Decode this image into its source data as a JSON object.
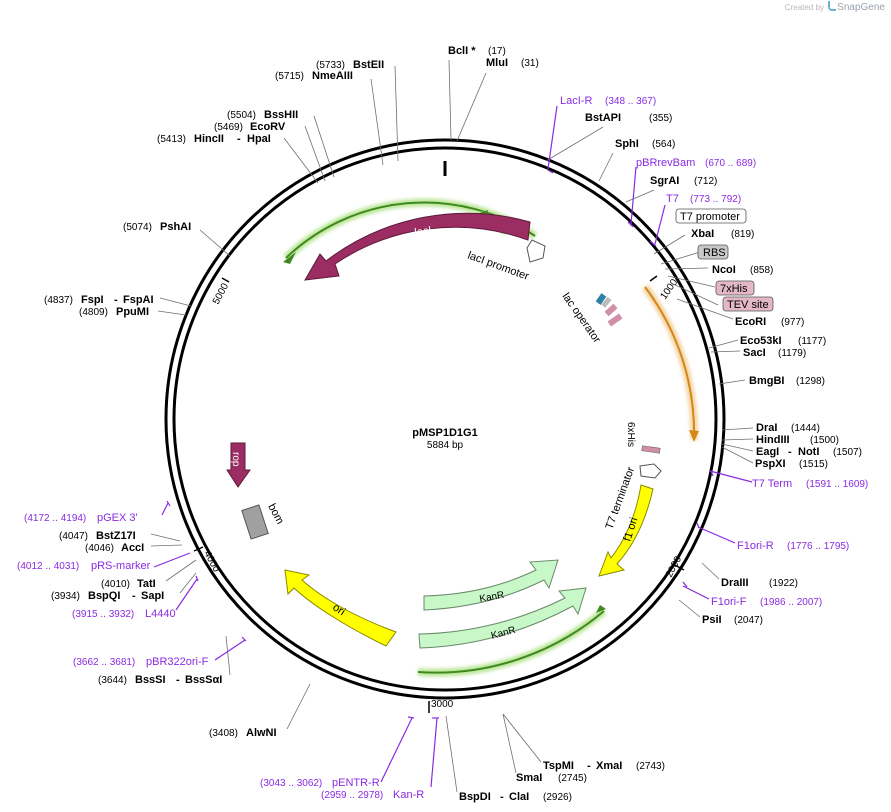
{
  "credit": {
    "prefix": "Created by",
    "brand": "SnapGene",
    "logo_icon": "snapgene-logo-icon"
  },
  "plasmid": {
    "name": "pMSP1D1G1",
    "size": "5884 bp"
  },
  "ticks": [
    "1000",
    "2000",
    "3000",
    "4000",
    "5000"
  ],
  "sites": [
    {
      "id": "bcli",
      "name": "BclI *",
      "pos": "(17)"
    },
    {
      "id": "mlui",
      "name": "MluI",
      "pos": "(31)"
    },
    {
      "id": "bstapi",
      "name": "BstAPI",
      "pos": "(355)"
    },
    {
      "id": "sphi",
      "name": "SphI",
      "pos": "(564)"
    },
    {
      "id": "sgrai",
      "name": "SgrAI",
      "pos": "(712)"
    },
    {
      "id": "xbai",
      "name": "XbaI",
      "pos": "(819)"
    },
    {
      "id": "ncoi",
      "name": "NcoI",
      "pos": "(858)"
    },
    {
      "id": "ecori",
      "name": "EcoRI",
      "pos": "(977)"
    },
    {
      "id": "eco53ki",
      "name": "Eco53kI",
      "pos": "(1177)"
    },
    {
      "id": "saci",
      "name": "SacI",
      "pos": "(1179)"
    },
    {
      "id": "bmgbi",
      "name": "BmgBI",
      "pos": "(1298)"
    },
    {
      "id": "drai",
      "name": "DraI",
      "pos": "(1444)"
    },
    {
      "id": "hindiii",
      "name": "HindIII",
      "pos": "(1500)"
    },
    {
      "id": "eagi",
      "name": "EagI",
      "sep": "-",
      "name2": "NotI",
      "pos": "(1507)"
    },
    {
      "id": "pspxi",
      "name": "PspXI",
      "pos": "(1515)"
    },
    {
      "id": "draiii",
      "name": "DraIII",
      "pos": "(1922)"
    },
    {
      "id": "psii",
      "name": "PsiI",
      "pos": "(2047)"
    },
    {
      "id": "tspmi",
      "name": "TspMI",
      "sep": "-",
      "name2": "XmaI",
      "pos": "(2743)"
    },
    {
      "id": "smai",
      "name": "SmaI",
      "pos": "(2745)"
    },
    {
      "id": "bspdi",
      "name": "BspDI",
      "sep": "-",
      "name2": "ClaI",
      "pos": "(2926)"
    },
    {
      "id": "alwni",
      "name": "AlwNI",
      "pos": "(3408)"
    },
    {
      "id": "bsssi",
      "name": "BssSI",
      "sep": "-",
      "name2": "BssSαI",
      "pos": "(3644)"
    },
    {
      "id": "bspqi",
      "name": "BspQI",
      "sep": "-",
      "name2": "SapI",
      "pos": "(3934)"
    },
    {
      "id": "tati",
      "name": "TatI",
      "pos": "(4010)"
    },
    {
      "id": "acci",
      "name": "AccI",
      "pos": "(4046)"
    },
    {
      "id": "bstz17i",
      "name": "BstZ17I",
      "pos": "(4047)"
    },
    {
      "id": "ppumi",
      "name": "PpuMI",
      "pos": "(4809)"
    },
    {
      "id": "fspi",
      "name": "FspI",
      "sep": "-",
      "name2": "FspAI",
      "pos": "(4837)"
    },
    {
      "id": "pshai",
      "name": "PshAI",
      "pos": "(5074)"
    },
    {
      "id": "hincii",
      "name": "HincII",
      "sep": "-",
      "name2": "HpaI",
      "pos": "(5413)"
    },
    {
      "id": "ecorv",
      "name": "EcoRV",
      "pos": "(5469)"
    },
    {
      "id": "bsshii",
      "name": "BssHII",
      "pos": "(5504)"
    },
    {
      "id": "nmeaiii",
      "name": "NmeAIII",
      "pos": "(5715)"
    },
    {
      "id": "bsteii",
      "name": "BstEII",
      "pos": "(5733)"
    }
  ],
  "primers": [
    {
      "id": "laci-r",
      "name": "LacI-R",
      "pos": "(348 .. 367)"
    },
    {
      "id": "pbrrevbam",
      "name": "pBRrevBam",
      "pos": "(670 .. 689)"
    },
    {
      "id": "t7",
      "name": "T7",
      "pos": "(773 .. 792)"
    },
    {
      "id": "t7-term",
      "name": "T7 Term",
      "pos": "(1591 .. 1609)"
    },
    {
      "id": "f1ori-r",
      "name": "F1ori-R",
      "pos": "(1776 .. 1795)"
    },
    {
      "id": "f1ori-f",
      "name": "F1ori-F",
      "pos": "(1986 .. 2007)"
    },
    {
      "id": "pentr-r",
      "name": "pENTR-R",
      "pos": "(3043 .. 3062)"
    },
    {
      "id": "kan-r",
      "name": "Kan-R",
      "pos": "(2959 .. 2978)"
    },
    {
      "id": "pbr322ori-f",
      "name": "pBR322ori-F",
      "pos": "(3662 .. 3681)"
    },
    {
      "id": "l4440",
      "name": "L4440",
      "pos": "(3915 .. 3932)"
    },
    {
      "id": "prs-marker",
      "name": "pRS-marker",
      "pos": "(4012 .. 4031)"
    },
    {
      "id": "pgex3",
      "name": "pGEX 3'",
      "pos": "(4172 .. 4194)"
    }
  ],
  "boxed_features": [
    {
      "id": "t7-promoter",
      "name": "T7 promoter",
      "fill": "#ffffff"
    },
    {
      "id": "rbs",
      "name": "RBS",
      "fill": "#c8c8c8"
    },
    {
      "id": "7xhis",
      "name": "7xHis",
      "fill": "#e2b8c7"
    },
    {
      "id": "tev-site",
      "name": "TEV site",
      "fill": "#e2b8c7"
    }
  ],
  "features": {
    "laci": "lacI",
    "laci_promoter": "lacI promoter",
    "lac_operator": "lac operator",
    "sixxhis": "6xHis",
    "t7_terminator": "T7 terminator",
    "f1_ori": "f1 ori",
    "kanr": "KanR",
    "ori": "ori",
    "rop": "rop",
    "bom": "bom"
  },
  "colors": {
    "laci": "#9b2d62",
    "kanr": "#c8f7c8",
    "ori": "#ffff00",
    "rop": "#9b2d62",
    "bom": "#a0a0a0",
    "orf_green": "#3f8a1f",
    "orf_orange": "#d4881a",
    "primer": "#8a2be2"
  }
}
